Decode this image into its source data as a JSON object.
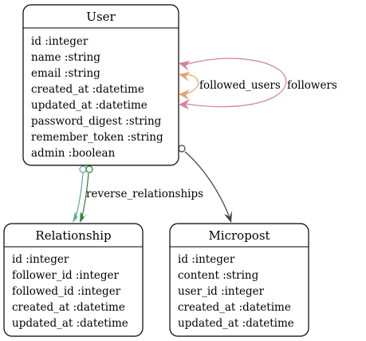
{
  "entities": {
    "user": {
      "title": "User",
      "attributes": [
        "id :integer",
        "name :string",
        "email :string",
        "created_at :datetime",
        "updated_at :datetime",
        "password_digest :string",
        "remember_token :string",
        "admin :boolean"
      ]
    },
    "relationship": {
      "title": "Relationship",
      "attributes": [
        "id :integer",
        "follower_id :integer",
        "followed_id :integer",
        "created_at :datetime",
        "updated_at :datetime"
      ]
    },
    "micropost": {
      "title": "Micropost",
      "attributes": [
        "id :integer",
        "content :string",
        "user_id :integer",
        "created_at :datetime",
        "updated_at :datetime"
      ]
    }
  },
  "edges": {
    "followed_users": "followed_users",
    "followers": "followers",
    "reverse_relationships": "reverse_relationships"
  },
  "colors": {
    "followed_users_edge": "#d4829a",
    "followers_edge": "#e8a070",
    "relationships_edge": "#5aa8a0",
    "reverse_relationships_edge": "#2e7d32",
    "microposts_edge": "#404040"
  }
}
